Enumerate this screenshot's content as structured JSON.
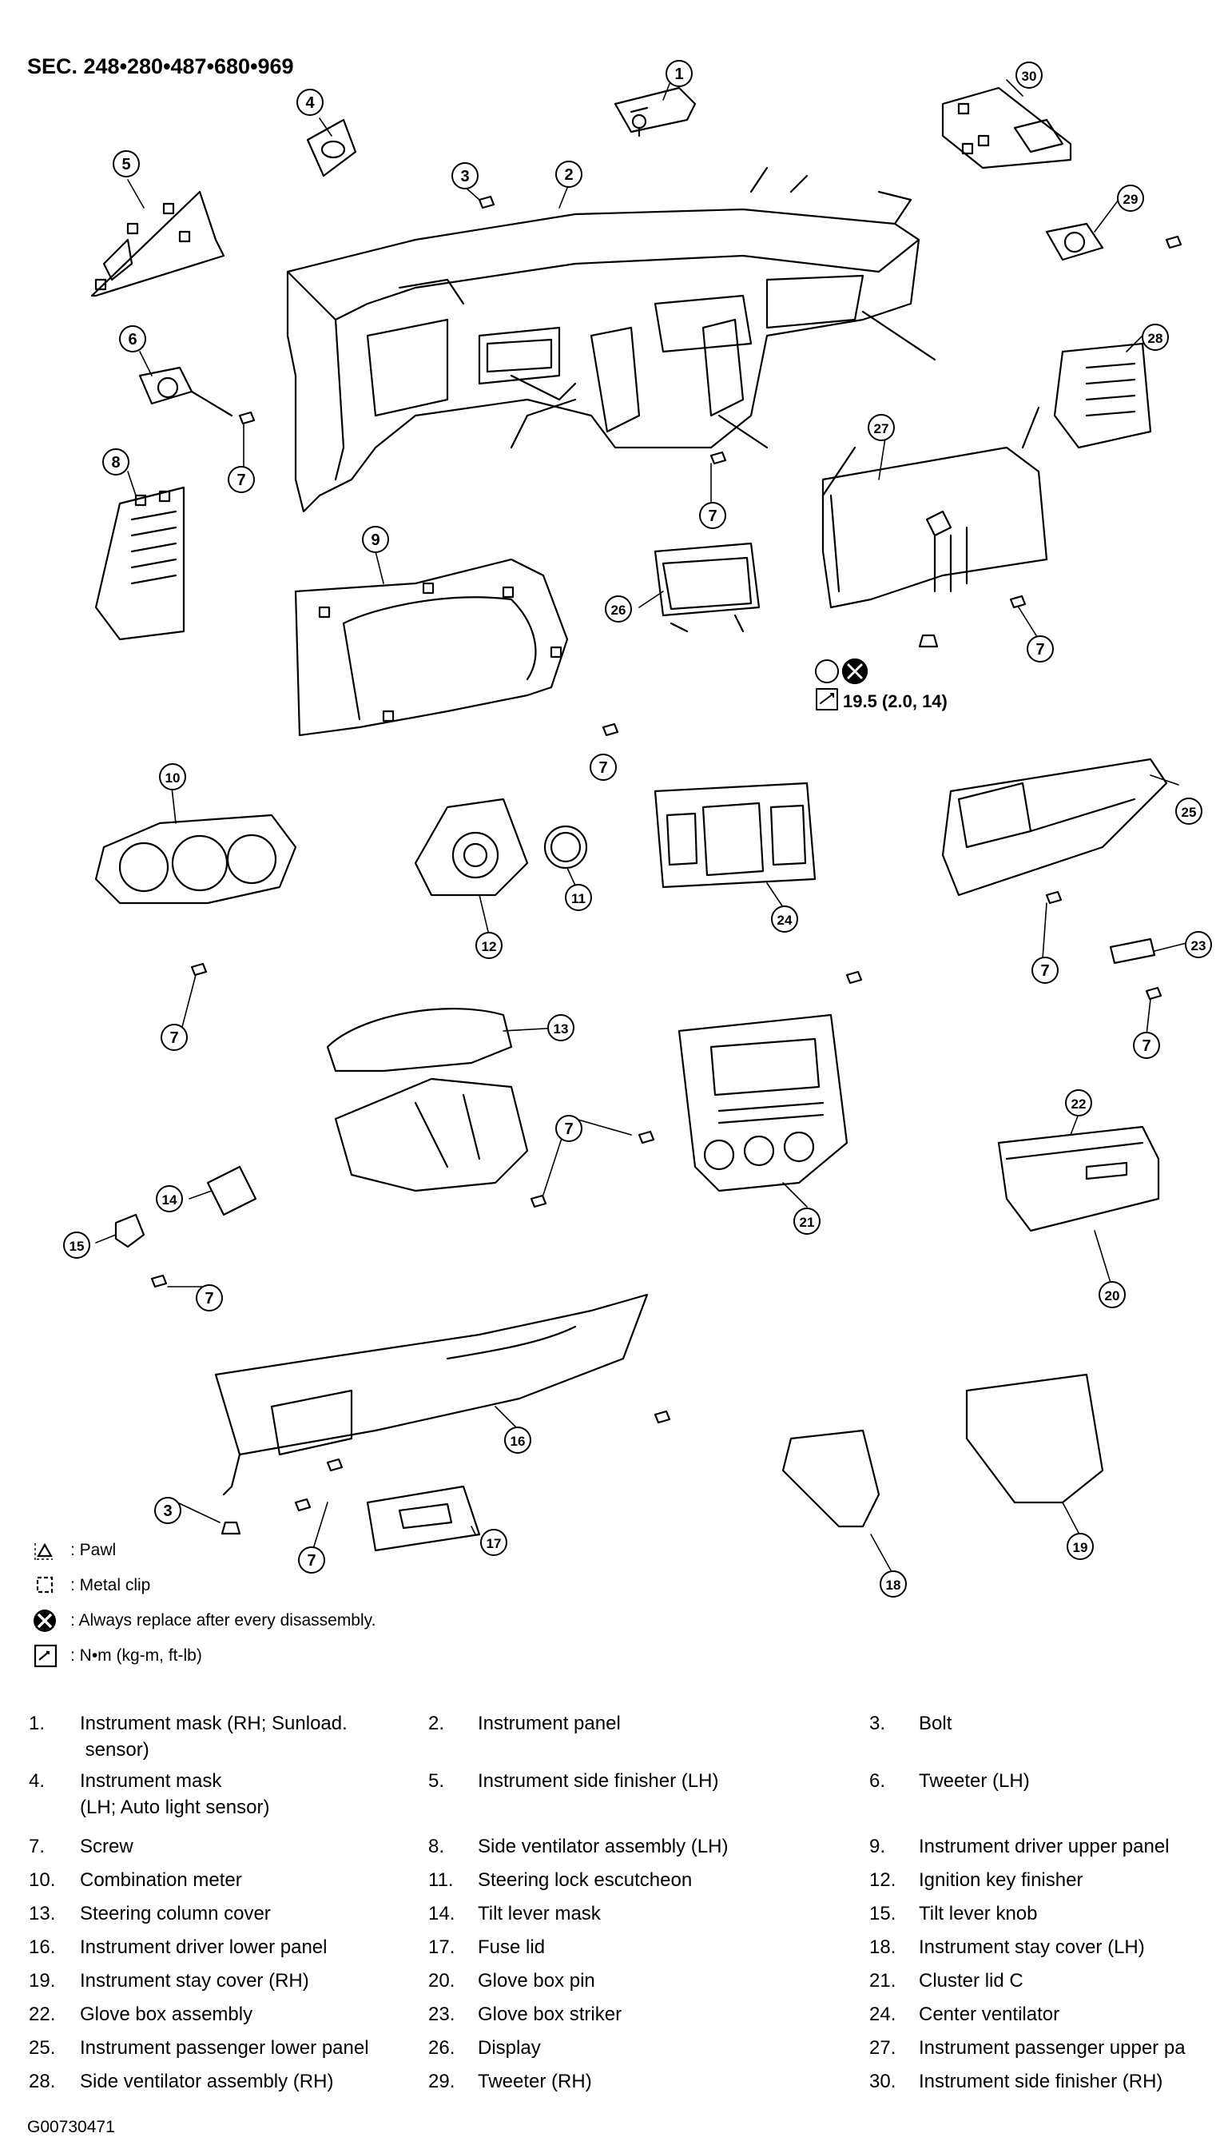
{
  "section_title": "SEC. 248•280•487•680•969",
  "callouts": [
    "1",
    "2",
    "3",
    "4",
    "5",
    "6",
    "7",
    "8",
    "9",
    "10",
    "11",
    "12",
    "13",
    "14",
    "15",
    "16",
    "17",
    "18",
    "19",
    "20",
    "21",
    "22",
    "23",
    "24",
    "25",
    "26",
    "27",
    "28",
    "29",
    "30"
  ],
  "torque_spec": "19.5 (2.0, 14)",
  "legend": [
    {
      "icon": "pawl-icon",
      "text": ": Pawl"
    },
    {
      "icon": "metal-clip-icon",
      "text": ": Metal clip"
    },
    {
      "icon": "always-replace-icon",
      "text": ": Always replace after every disassembly."
    },
    {
      "icon": "torque-icon",
      "text": ": N•m (kg-m, ft-lb)"
    }
  ],
  "parts": [
    {
      "num": "1.",
      "name": "Instrument mask (RH; Sunload.\n sensor)"
    },
    {
      "num": "2.",
      "name": "Instrument panel"
    },
    {
      "num": "3.",
      "name": "Bolt"
    },
    {
      "num": "4.",
      "name": "Instrument mask\n(LH; Auto light sensor)"
    },
    {
      "num": "5.",
      "name": "Instrument side finisher (LH)"
    },
    {
      "num": "6.",
      "name": "Tweeter (LH)"
    },
    {
      "num": "7.",
      "name": "Screw"
    },
    {
      "num": "8.",
      "name": "Side ventilator assembly (LH)"
    },
    {
      "num": "9.",
      "name": "Instrument driver upper panel"
    },
    {
      "num": "10.",
      "name": "Combination meter"
    },
    {
      "num": "11.",
      "name": "Steering lock escutcheon"
    },
    {
      "num": "12.",
      "name": "Ignition key finisher"
    },
    {
      "num": "13.",
      "name": "Steering column cover"
    },
    {
      "num": "14.",
      "name": "Tilt lever mask"
    },
    {
      "num": "15.",
      "name": "Tilt lever knob"
    },
    {
      "num": "16.",
      "name": "Instrument driver lower panel"
    },
    {
      "num": "17.",
      "name": "Fuse lid"
    },
    {
      "num": "18.",
      "name": "Instrument stay cover (LH)"
    },
    {
      "num": "19.",
      "name": "Instrument stay cover (RH)"
    },
    {
      "num": "20.",
      "name": "Glove box pin"
    },
    {
      "num": "21.",
      "name": "Cluster lid C"
    },
    {
      "num": "22.",
      "name": "Glove box assembly"
    },
    {
      "num": "23.",
      "name": "Glove box striker"
    },
    {
      "num": "24.",
      "name": "Center ventilator"
    },
    {
      "num": "25.",
      "name": "Instrument passenger lower panel"
    },
    {
      "num": "26.",
      "name": "Display"
    },
    {
      "num": "27.",
      "name": "Instrument passenger upper pa"
    },
    {
      "num": "28.",
      "name": "Side ventilator assembly (RH)"
    },
    {
      "num": "29.",
      "name": "Tweeter (RH)"
    },
    {
      "num": "30.",
      "name": "Instrument side finisher (RH)"
    }
  ],
  "figure_code": "G00730471"
}
